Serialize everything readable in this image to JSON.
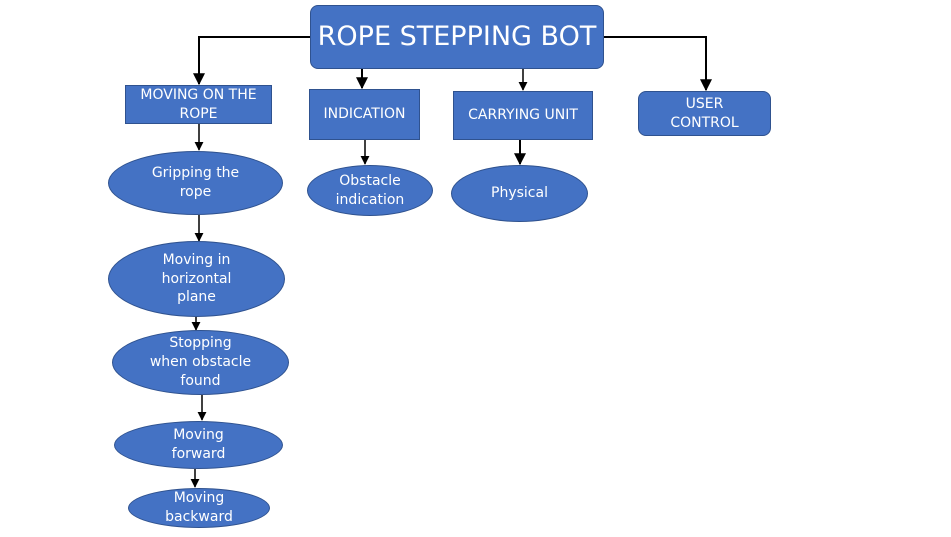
{
  "nodes": {
    "root": "ROPE STEPPING BOT",
    "moving_on_rope": "MOVING ON THE\nROPE",
    "indication": "INDICATION",
    "carrying_unit": "CARRYING UNIT",
    "user_control": "USER\nCONTROL",
    "gripping": "Gripping the\nrope",
    "horizontal": "Moving in\nhorizontal\nplane",
    "stopping": "Stopping\nwhen obstacle\nfound",
    "forward": "Moving\nforward",
    "backward": "Moving\nbackward",
    "obstacle_indication": "Obstacle\nindication",
    "physical": "Physical"
  },
  "colors": {
    "node_fill": "#4472c4",
    "node_border": "#2f528f",
    "node_text": "#ffffff",
    "connector": "#000000"
  }
}
